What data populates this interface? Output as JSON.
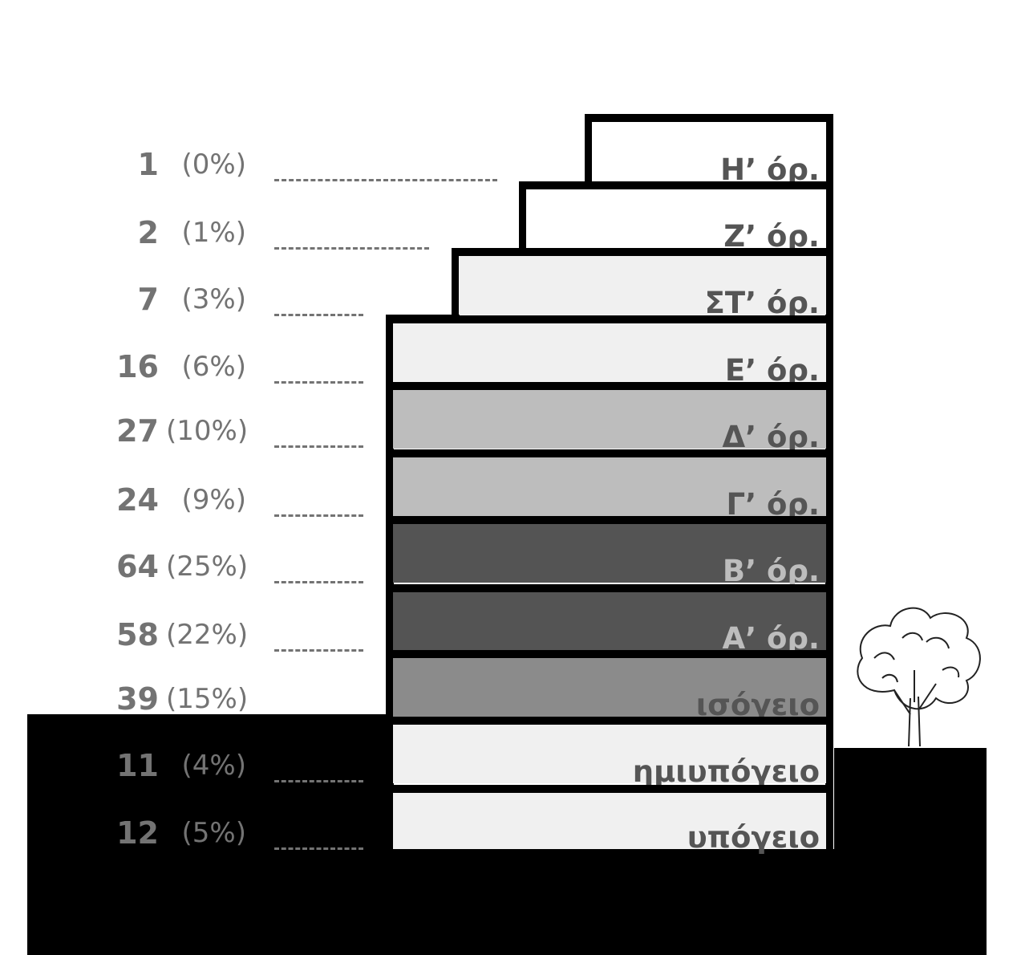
{
  "colors": {
    "count_text": "#737373",
    "dark_label": "#555555",
    "light_label": "#bdbdbd",
    "ground": "#000000",
    "outline": "#000000"
  },
  "floors": [
    {
      "label": "Η’ όρ.",
      "count": "1",
      "pct": "(0%)",
      "fill": "#ffffff",
      "label_color": "#555555",
      "leader": true
    },
    {
      "label": "Ζ’ όρ.",
      "count": "2",
      "pct": "(1%)",
      "fill": "#ffffff",
      "label_color": "#555555",
      "leader": true
    },
    {
      "label": "ΣΤ’ όρ.",
      "count": "7",
      "pct": "(3%)",
      "fill": "#f0f0f0",
      "label_color": "#555555",
      "leader": true
    },
    {
      "label": "Ε’ όρ.",
      "count": "16",
      "pct": "(6%)",
      "fill": "#f0f0f0",
      "label_color": "#555555",
      "leader": true
    },
    {
      "label": "Δ’ όρ.",
      "count": "27",
      "pct": "(10%)",
      "fill": "#bdbdbd",
      "label_color": "#555555",
      "leader": true
    },
    {
      "label": "Γ’ όρ.",
      "count": "24",
      "pct": "(9%)",
      "fill": "#bdbdbd",
      "label_color": "#555555",
      "leader": true
    },
    {
      "label": "Β’ όρ.",
      "count": "64",
      "pct": "(25%)",
      "fill": "#545454",
      "label_color": "#bdbdbd",
      "leader": true
    },
    {
      "label": "Α’ όρ.",
      "count": "58",
      "pct": "(22%)",
      "fill": "#545454",
      "label_color": "#bdbdbd",
      "leader": true
    },
    {
      "label": "ισόγειο",
      "count": "39",
      "pct": "(15%)",
      "fill": "#8b8b8b",
      "label_color": "#555555",
      "leader": false
    },
    {
      "label": "ημιυπόγειο",
      "count": "11",
      "pct": "(4%)",
      "fill": "#f0f0f0",
      "label_color": "#555555",
      "leader": true
    },
    {
      "label": "υπόγειο",
      "count": "12",
      "pct": "(5%)",
      "fill": "#f0f0f0",
      "label_color": "#555555",
      "leader": true
    }
  ]
}
